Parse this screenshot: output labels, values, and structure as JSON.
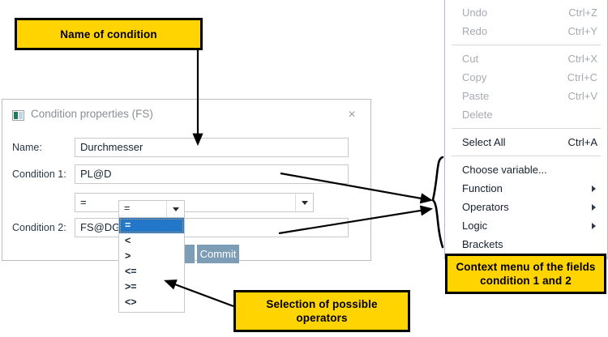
{
  "callouts": {
    "name_of_condition": "Name of condition",
    "selection_of_operators": "Selection of possible\noperators",
    "context_menu_note": "Context menu  of the fields\ncondition 1 and 2"
  },
  "dialog": {
    "title": "Condition properties (FS)",
    "icon": "window-icon",
    "close_icon": "×",
    "fields": {
      "name_label": "Name:",
      "name_value": "Durchmesser",
      "condition1_label": "Condition 1:",
      "condition1_value": "PL@D",
      "condition2_label": "Condition 2:",
      "condition2_value": "FS@DG"
    },
    "operator_combo": {
      "selected": "=",
      "caret_icon": "chevron-down-icon"
    },
    "operator_combo_open": {
      "selected": "=",
      "caret_icon": "chevron-down-icon",
      "options": [
        "=",
        "<",
        ">",
        "<=",
        ">=",
        "<>"
      ],
      "highlighted": "="
    },
    "buttons": {
      "commit_label": "Commit"
    }
  },
  "context_menu": {
    "groups": [
      {
        "items": [
          {
            "label": "Undo",
            "shortcut": "Ctrl+Z",
            "disabled": true,
            "submenu": false
          },
          {
            "label": "Redo",
            "shortcut": "Ctrl+Y",
            "disabled": true,
            "submenu": false
          }
        ]
      },
      {
        "items": [
          {
            "label": "Cut",
            "shortcut": "Ctrl+X",
            "disabled": true,
            "submenu": false
          },
          {
            "label": "Copy",
            "shortcut": "Ctrl+C",
            "disabled": true,
            "submenu": false
          },
          {
            "label": "Paste",
            "shortcut": "Ctrl+V",
            "disabled": true,
            "submenu": false
          },
          {
            "label": "Delete",
            "shortcut": "",
            "disabled": true,
            "submenu": false
          }
        ]
      },
      {
        "items": [
          {
            "label": "Select All",
            "shortcut": "Ctrl+A",
            "disabled": false,
            "submenu": false
          }
        ]
      },
      {
        "items": [
          {
            "label": "Choose variable...",
            "shortcut": "",
            "disabled": false,
            "submenu": false
          },
          {
            "label": "Function",
            "shortcut": "",
            "disabled": false,
            "submenu": true
          },
          {
            "label": "Operators",
            "shortcut": "",
            "disabled": false,
            "submenu": true
          },
          {
            "label": "Logic",
            "shortcut": "",
            "disabled": false,
            "submenu": true
          },
          {
            "label": "Brackets",
            "shortcut": "",
            "disabled": false,
            "submenu": false
          }
        ]
      }
    ]
  },
  "colors": {
    "callout_fill": "#FFD400",
    "callout_border": "#000000",
    "selection_blue": "#2277C8",
    "button_blue": "#7D9CB5",
    "menu_border": "#A9BED2"
  }
}
